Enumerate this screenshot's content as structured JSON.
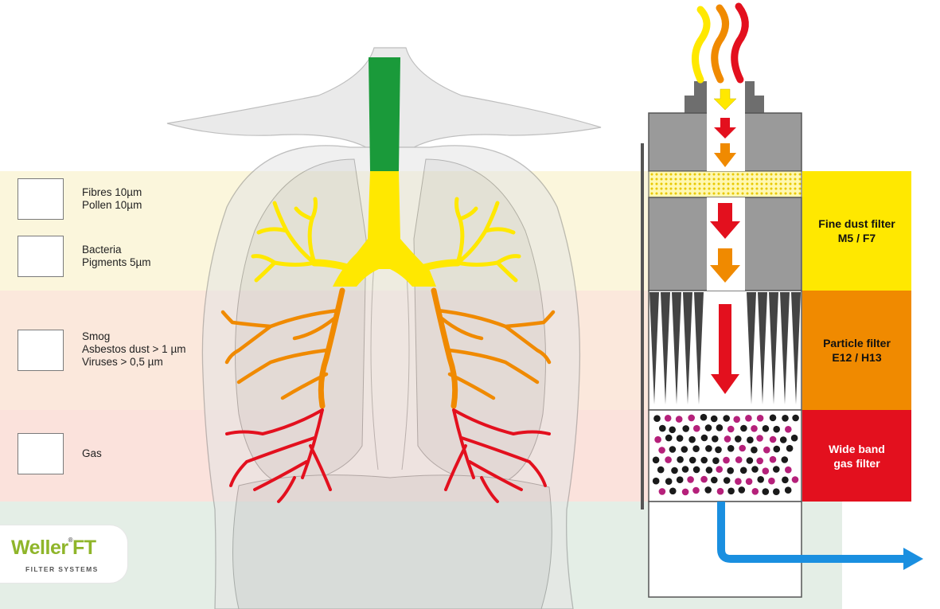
{
  "pollutants": [
    {
      "lines": [
        "Fibres 10µm",
        "Pollen 10µm"
      ],
      "icon": "fibres-pollen-icon"
    },
    {
      "lines": [
        "Bacteria",
        "Pigments 5µm"
      ],
      "icon": "bacteria-icon"
    },
    {
      "lines": [
        "Smog",
        "Asbestos dust > 1 µm",
        "Viruses > 0,5 µm"
      ],
      "icon": "smog-virus-icon"
    },
    {
      "lines": [
        "Gas"
      ],
      "icon": "gas-flame-icon"
    }
  ],
  "filters": [
    {
      "lines": [
        "Fine dust filter",
        "M5 / F7"
      ],
      "color": "#ffe800"
    },
    {
      "lines": [
        "Particle filter",
        "E12 / H13"
      ],
      "color": "#f08a00"
    },
    {
      "lines": [
        "Wide band",
        "gas filter"
      ],
      "color": "#e3101e"
    }
  ],
  "logo": {
    "brand": "Weller",
    "brand_suffix": "FT",
    "registered": "®",
    "tagline": "FILTER SYSTEMS"
  },
  "colors": {
    "trachea": "#1a9a3a",
    "yellow": "#ffe800",
    "orange": "#f08a00",
    "red": "#e3101e",
    "outflow": "#1a8fe0"
  }
}
